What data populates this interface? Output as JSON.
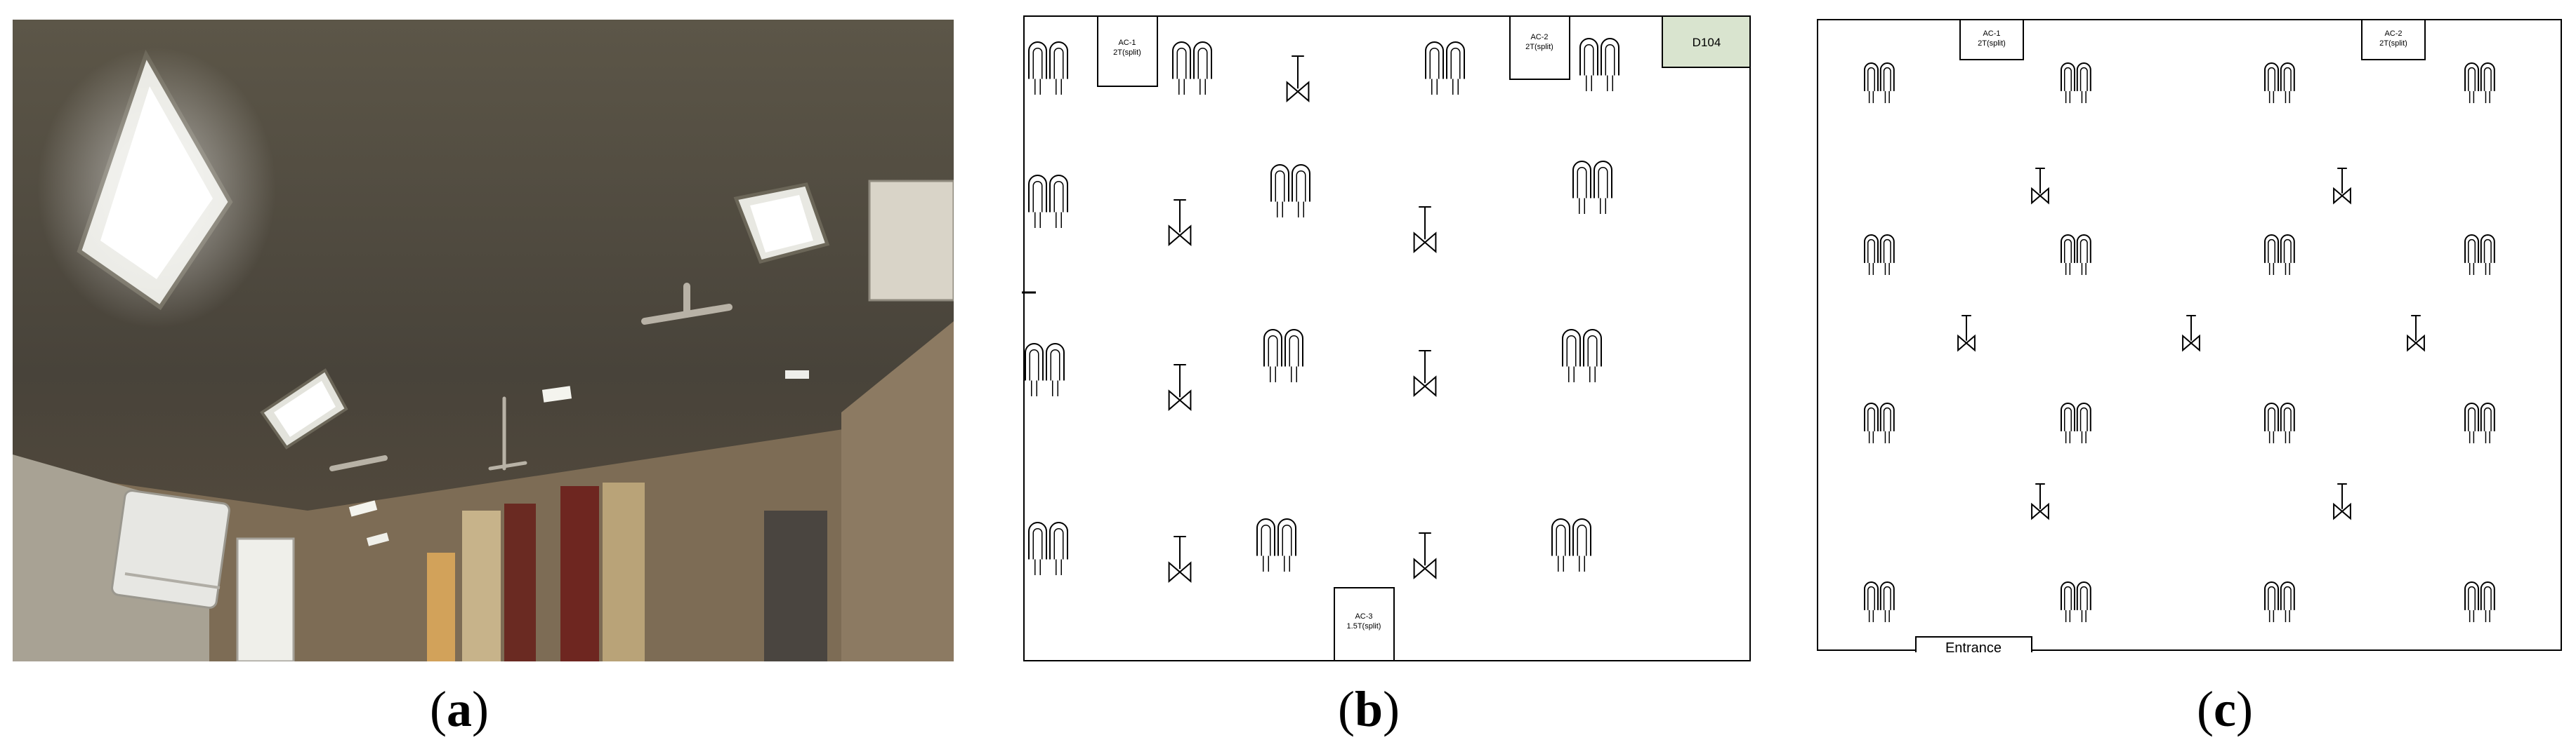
{
  "captions": {
    "a": {
      "open": "(",
      "letter": "a",
      "close": ")"
    },
    "b": {
      "open": "(",
      "letter": "b",
      "close": ")"
    },
    "c": {
      "open": "(",
      "letter": "c",
      "close": ")"
    }
  },
  "plan_b": {
    "room_label": "D104",
    "room_label_color": "#d9e4cf",
    "ac_units": [
      {
        "id": "AC-1",
        "spec": "2T(split)"
      },
      {
        "id": "AC-2",
        "spec": "2T(split)"
      },
      {
        "id": "AC-3",
        "spec": "1.5T(split)"
      }
    ]
  },
  "plan_c": {
    "ac_units": [
      {
        "id": "AC-1",
        "spec": "2T(split)"
      },
      {
        "id": "AC-2",
        "spec": "2T(split)"
      }
    ],
    "entrance_label": "Entrance"
  },
  "colors": {
    "line": "#000000",
    "ceiling": "#4f4a3c",
    "wall": "#8a7c66"
  }
}
